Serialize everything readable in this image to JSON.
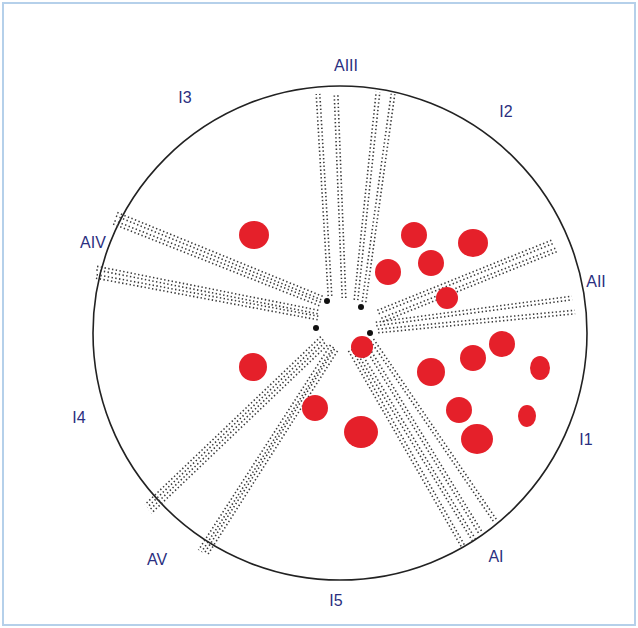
{
  "diagram": {
    "labels": [
      "AIII",
      "I3",
      "I2",
      "AIV",
      "AII",
      "I4",
      "I1",
      "AV",
      "AI",
      "I5"
    ]
  }
}
